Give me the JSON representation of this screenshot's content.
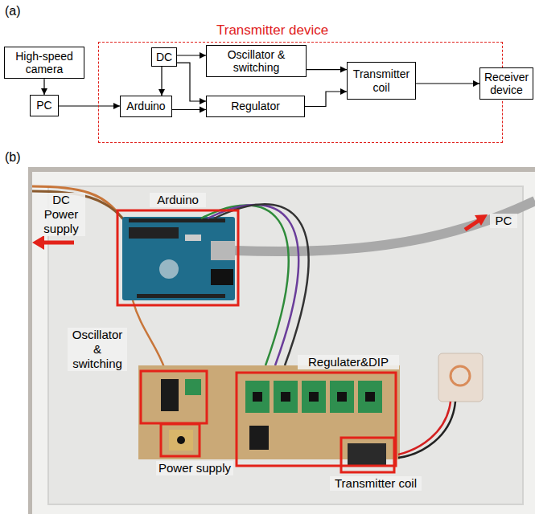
{
  "diagram": {
    "nodes": [
      {
        "text": [
          "High-speed camera"
        ]
      },
      {
        "text": [
          "PC"
        ]
      },
      {
        "text": [
          "Transmitter device"
        ]
      },
      {
        "text": [
          "DC"
        ],
        "in": 2
      },
      {
        "text": [
          "Oscillator & switching"
        ],
        "in": 2
      },
      {
        "text": [
          "Arduino"
        ],
        "in": 2
      },
      {
        "text": [
          "Regulator"
        ],
        "in": 2
      },
      {
        "text": [
          "Transmitter coil"
        ],
        "in": 2
      },
      {
        "text": [
          "Receiver device"
        ]
      }
    ],
    "edges": [
      {
        "from": 0,
        "to": 1,
        "arrow": "to"
      },
      {
        "from": 1,
        "to": 5,
        "arrow": "to"
      },
      {
        "from": 3,
        "to": 4,
        "arrow": "to"
      },
      {
        "from": 3,
        "to": 6,
        "arrow": "to"
      },
      {
        "from": 3,
        "to": 5,
        "arrow": "to"
      },
      {
        "from": 5,
        "to": 6,
        "arrow": "to"
      },
      {
        "from": 4,
        "to": 7,
        "arrow": "to"
      },
      {
        "from": 6,
        "to": 7,
        "arrow": "to"
      },
      {
        "from": 7,
        "to": 8,
        "arrow": "to"
      }
    ],
    "labels": [
      "(a)",
      "(b)",
      "DC Power supply",
      "Arduino",
      "PC",
      "Oscillator & switching",
      "Power supply",
      "Regulater&DIP",
      "Transmitter coil"
    ]
  }
}
